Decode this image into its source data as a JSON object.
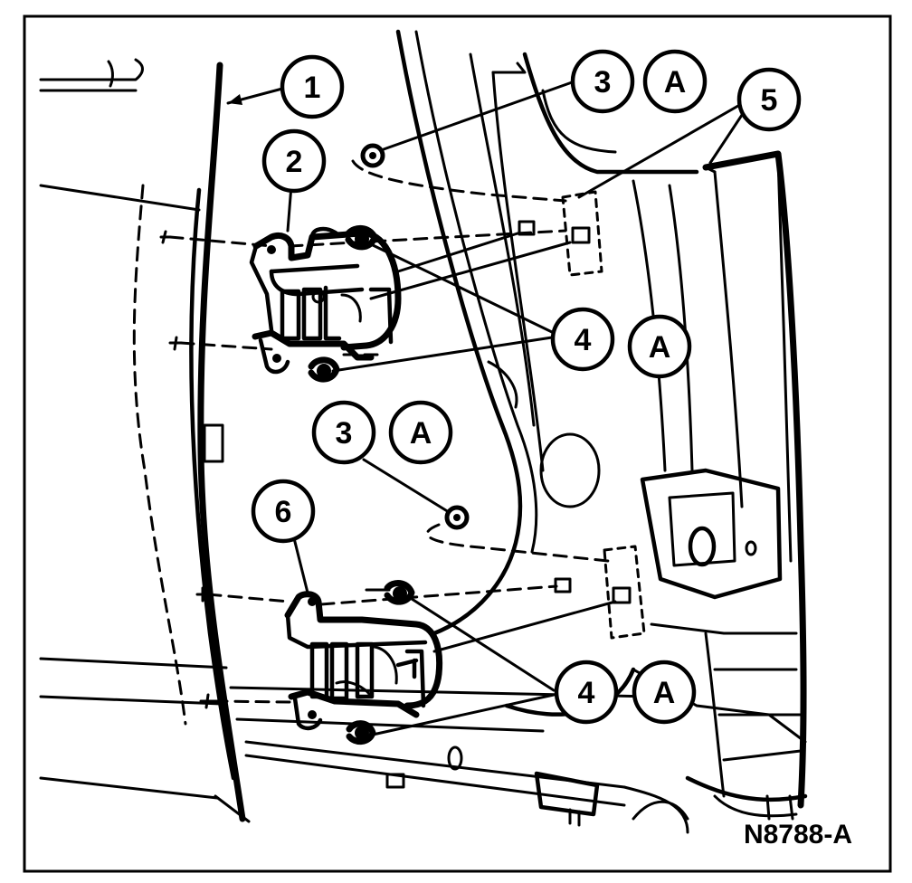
{
  "figure_code": "N8788-A",
  "callouts": [
    {
      "key": "c1",
      "label": "1"
    },
    {
      "key": "c2",
      "label": "2"
    },
    {
      "key": "c3a",
      "label": "3"
    },
    {
      "key": "c3b",
      "label": "3"
    },
    {
      "key": "c4a",
      "label": "4"
    },
    {
      "key": "c4b",
      "label": "4"
    },
    {
      "key": "c5",
      "label": "5"
    },
    {
      "key": "c6",
      "label": "6"
    }
  ],
  "notes": [
    {
      "key": "a1",
      "label": "A"
    },
    {
      "key": "a2",
      "label": "A"
    },
    {
      "key": "a3",
      "label": "A"
    },
    {
      "key": "a4",
      "label": "A"
    }
  ]
}
